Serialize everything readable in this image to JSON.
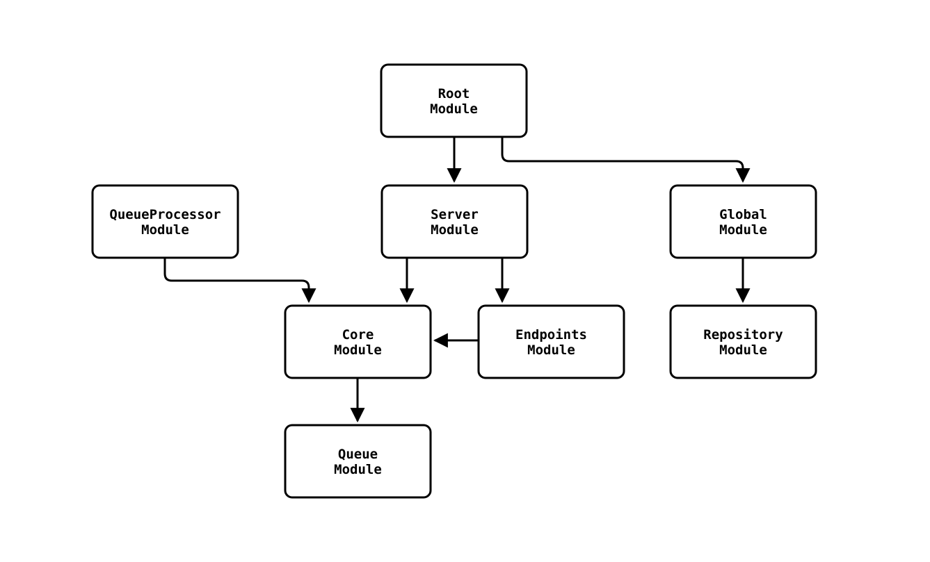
{
  "diagram": {
    "type": "flowchart",
    "direction": "top-down",
    "background_color": "#ffffff",
    "node_fill_color": "#ffffff",
    "node_border_color": "#000000",
    "edge_color": "#000000",
    "nodes": {
      "root": {
        "line1": "Root",
        "line2": "Module",
        "label": "Root Module"
      },
      "queueprocessor": {
        "line1": "QueueProcessor",
        "line2": "Module",
        "label": "QueueProcessor Module"
      },
      "server": {
        "line1": "Server",
        "line2": "Module",
        "label": "Server Module"
      },
      "global": {
        "line1": "Global",
        "line2": "Module",
        "label": "Global Module"
      },
      "core": {
        "line1": "Core",
        "line2": "Module",
        "label": "Core Module"
      },
      "endpoints": {
        "line1": "Endpoints",
        "line2": "Module",
        "label": "Endpoints Module"
      },
      "repository": {
        "line1": "Repository",
        "line2": "Module",
        "label": "Repository Module"
      },
      "queue": {
        "line1": "Queue",
        "line2": "Module",
        "label": "Queue Module"
      }
    },
    "edges": [
      {
        "from": "Root Module",
        "to": "Server Module"
      },
      {
        "from": "Root Module",
        "to": "Global Module"
      },
      {
        "from": "QueueProcessor Module",
        "to": "Core Module"
      },
      {
        "from": "Server Module",
        "to": "Core Module"
      },
      {
        "from": "Server Module",
        "to": "Endpoints Module"
      },
      {
        "from": "Endpoints Module",
        "to": "Core Module"
      },
      {
        "from": "Global Module",
        "to": "Repository Module"
      },
      {
        "from": "Core Module",
        "to": "Queue Module"
      }
    ]
  }
}
